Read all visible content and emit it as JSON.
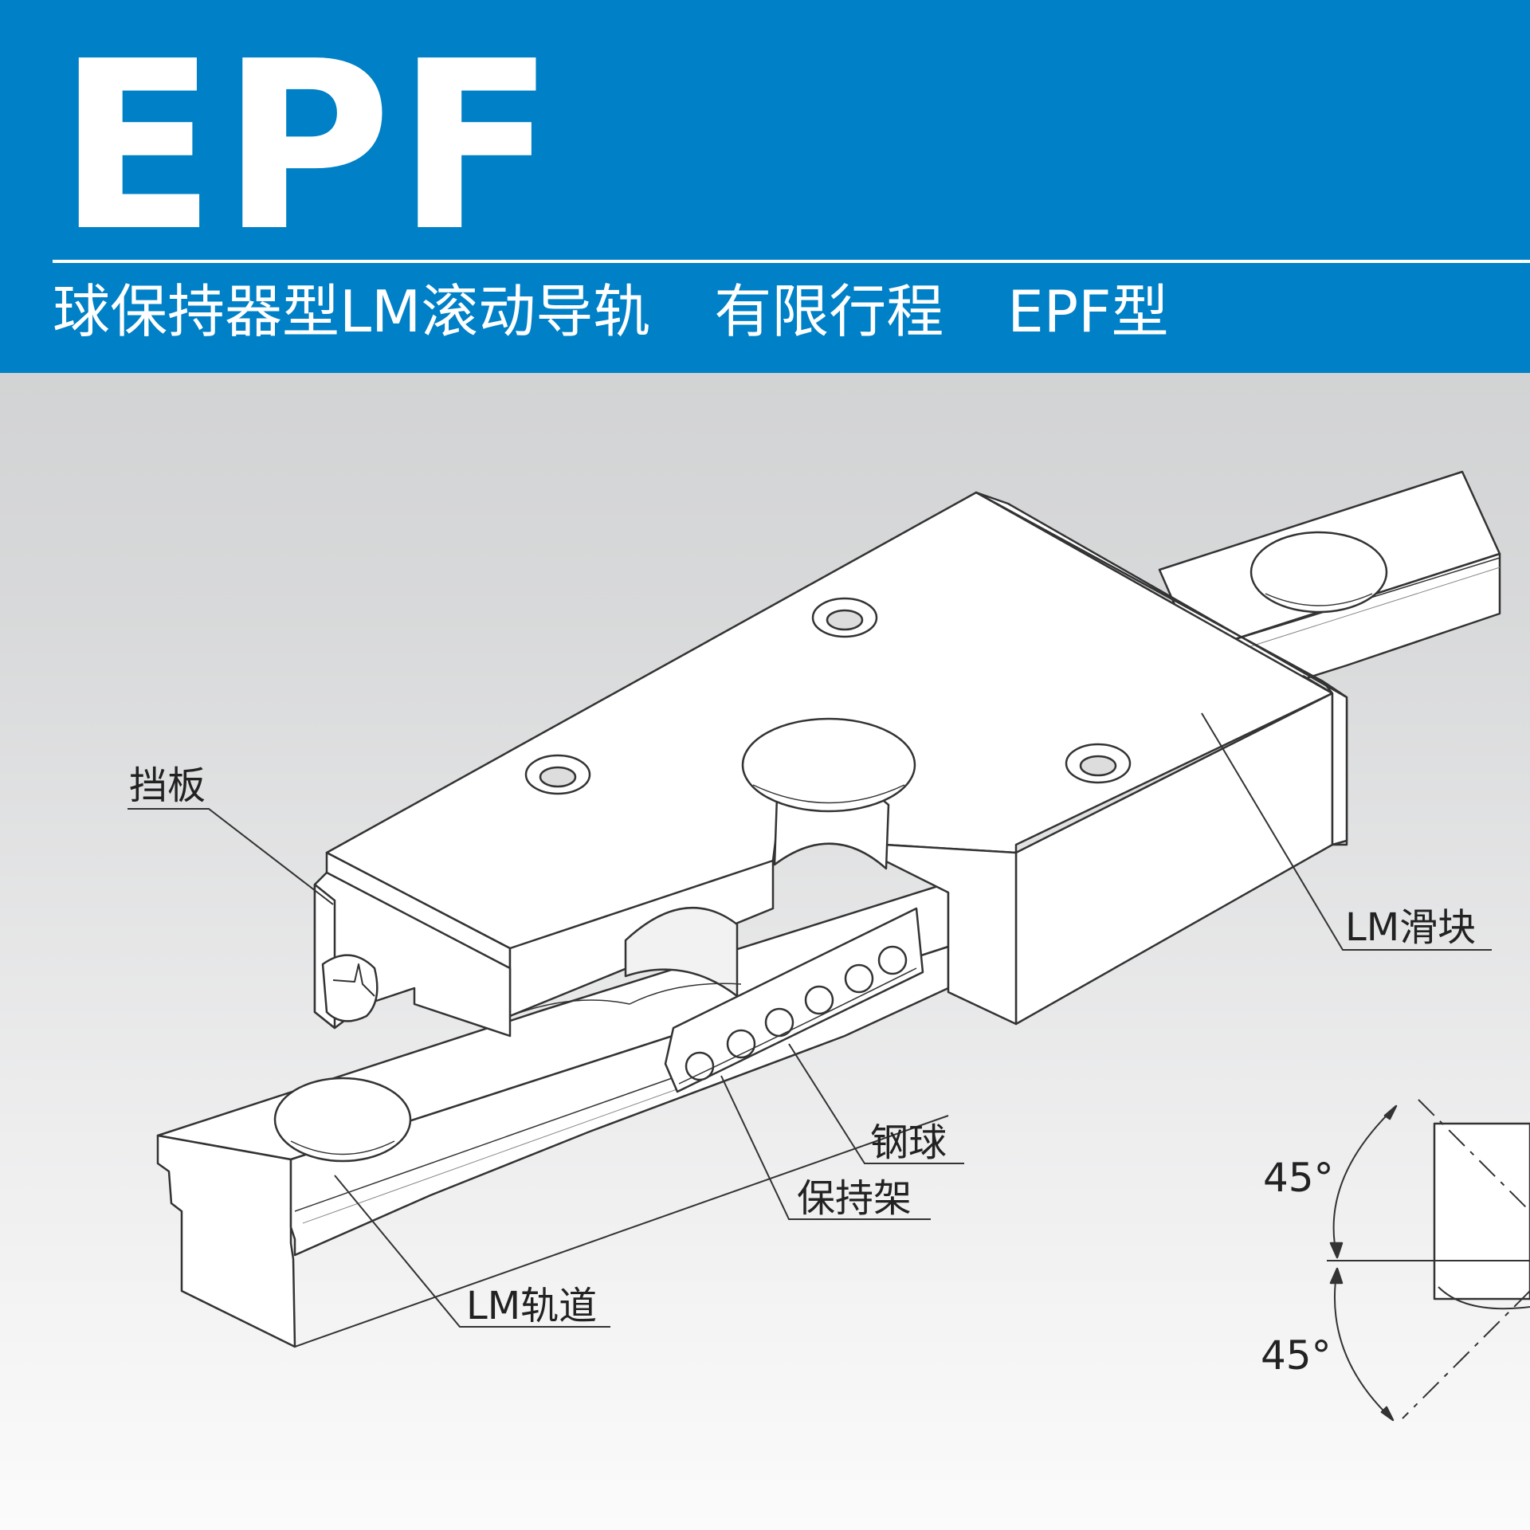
{
  "header": {
    "title": "EPF",
    "subtitle_parts": [
      "球保持器型LM滚动导轨",
      "有限行程",
      "EPF型"
    ]
  },
  "labels": {
    "end_plate": "挡板",
    "lm_block": "LM滑块",
    "steel_ball": "钢球",
    "retainer": "保持架",
    "lm_rail": "LM轨道"
  },
  "angles": {
    "upper": "45°",
    "lower": "45°"
  },
  "colors": {
    "header_blue": "#0080c6",
    "text_white": "#ffffff",
    "line_dark": "#333333"
  }
}
